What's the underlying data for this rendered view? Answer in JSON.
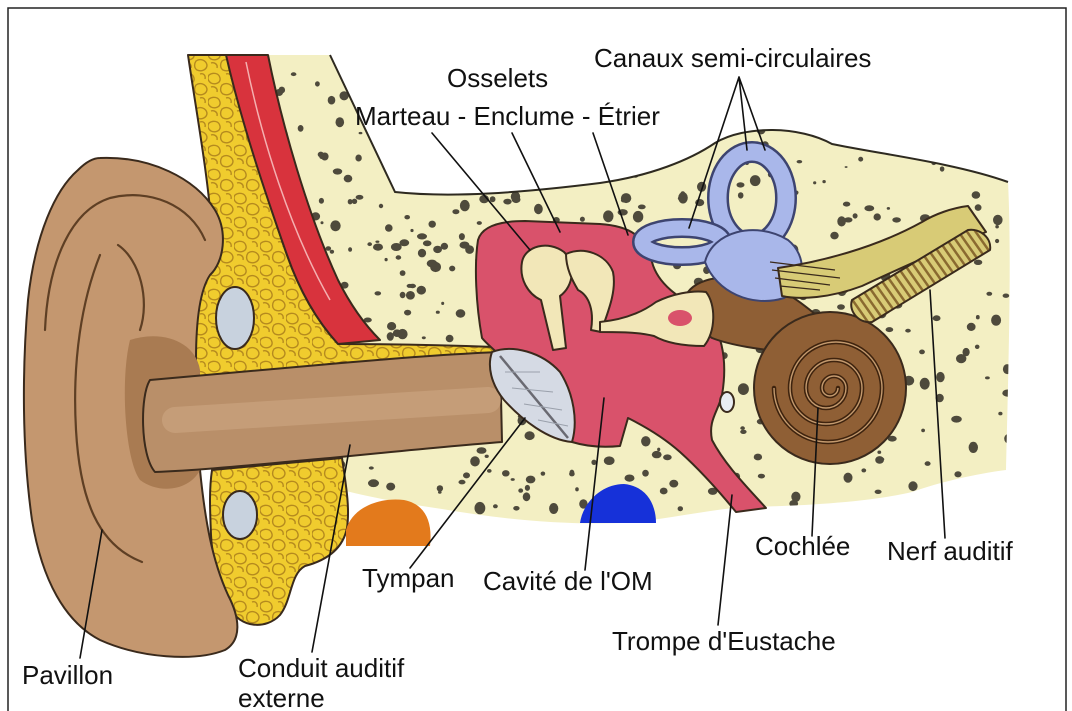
{
  "labels": {
    "semicircular_canals": "Canaux semi-circulaires",
    "ossicles": "Osselets",
    "ossicle_names": "Marteau - Enclume - Étrier",
    "cochlea": "Cochlée",
    "auditory_nerve": "Nerf auditif",
    "eardrum": "Tympan",
    "middle_ear_cavity": "Cavité de l'OM",
    "eustachian_tube": "Trompe d'Eustache",
    "auricle": "Pavillon",
    "ear_canal_line1": "Conduit auditif",
    "ear_canal_line2": "externe"
  },
  "colors": {
    "bone": "#f3efc3",
    "bone_pore": "#4e4a3c",
    "bone_edge": "#2e2a20",
    "fat": "#f0cc2e",
    "fat_cell": "#b58a1e",
    "muscle": "#d8333d",
    "skin": "#c4976f",
    "skin_dark": "#a97b52",
    "skin_fold": "#5e3f24",
    "canal_skin": "#b98f69",
    "outline": "#3a2a1c",
    "middle_ear": "#d9526b",
    "ossicle": "#f2e7b8",
    "canals": "#a9b7ea",
    "canals_edge": "#3d4470",
    "cochlea": "#8f5f35",
    "cochlea_spiral": "#3e230e",
    "nerve": "#d8cb76",
    "nerve_stripe": "#8a6a30",
    "eardrum": "#d5dae4",
    "vessel_blue": "#1631d9",
    "gland_orange": "#e37a1c",
    "window_gray": "#c8d2de",
    "text": "#111111",
    "frame": "#222222"
  }
}
